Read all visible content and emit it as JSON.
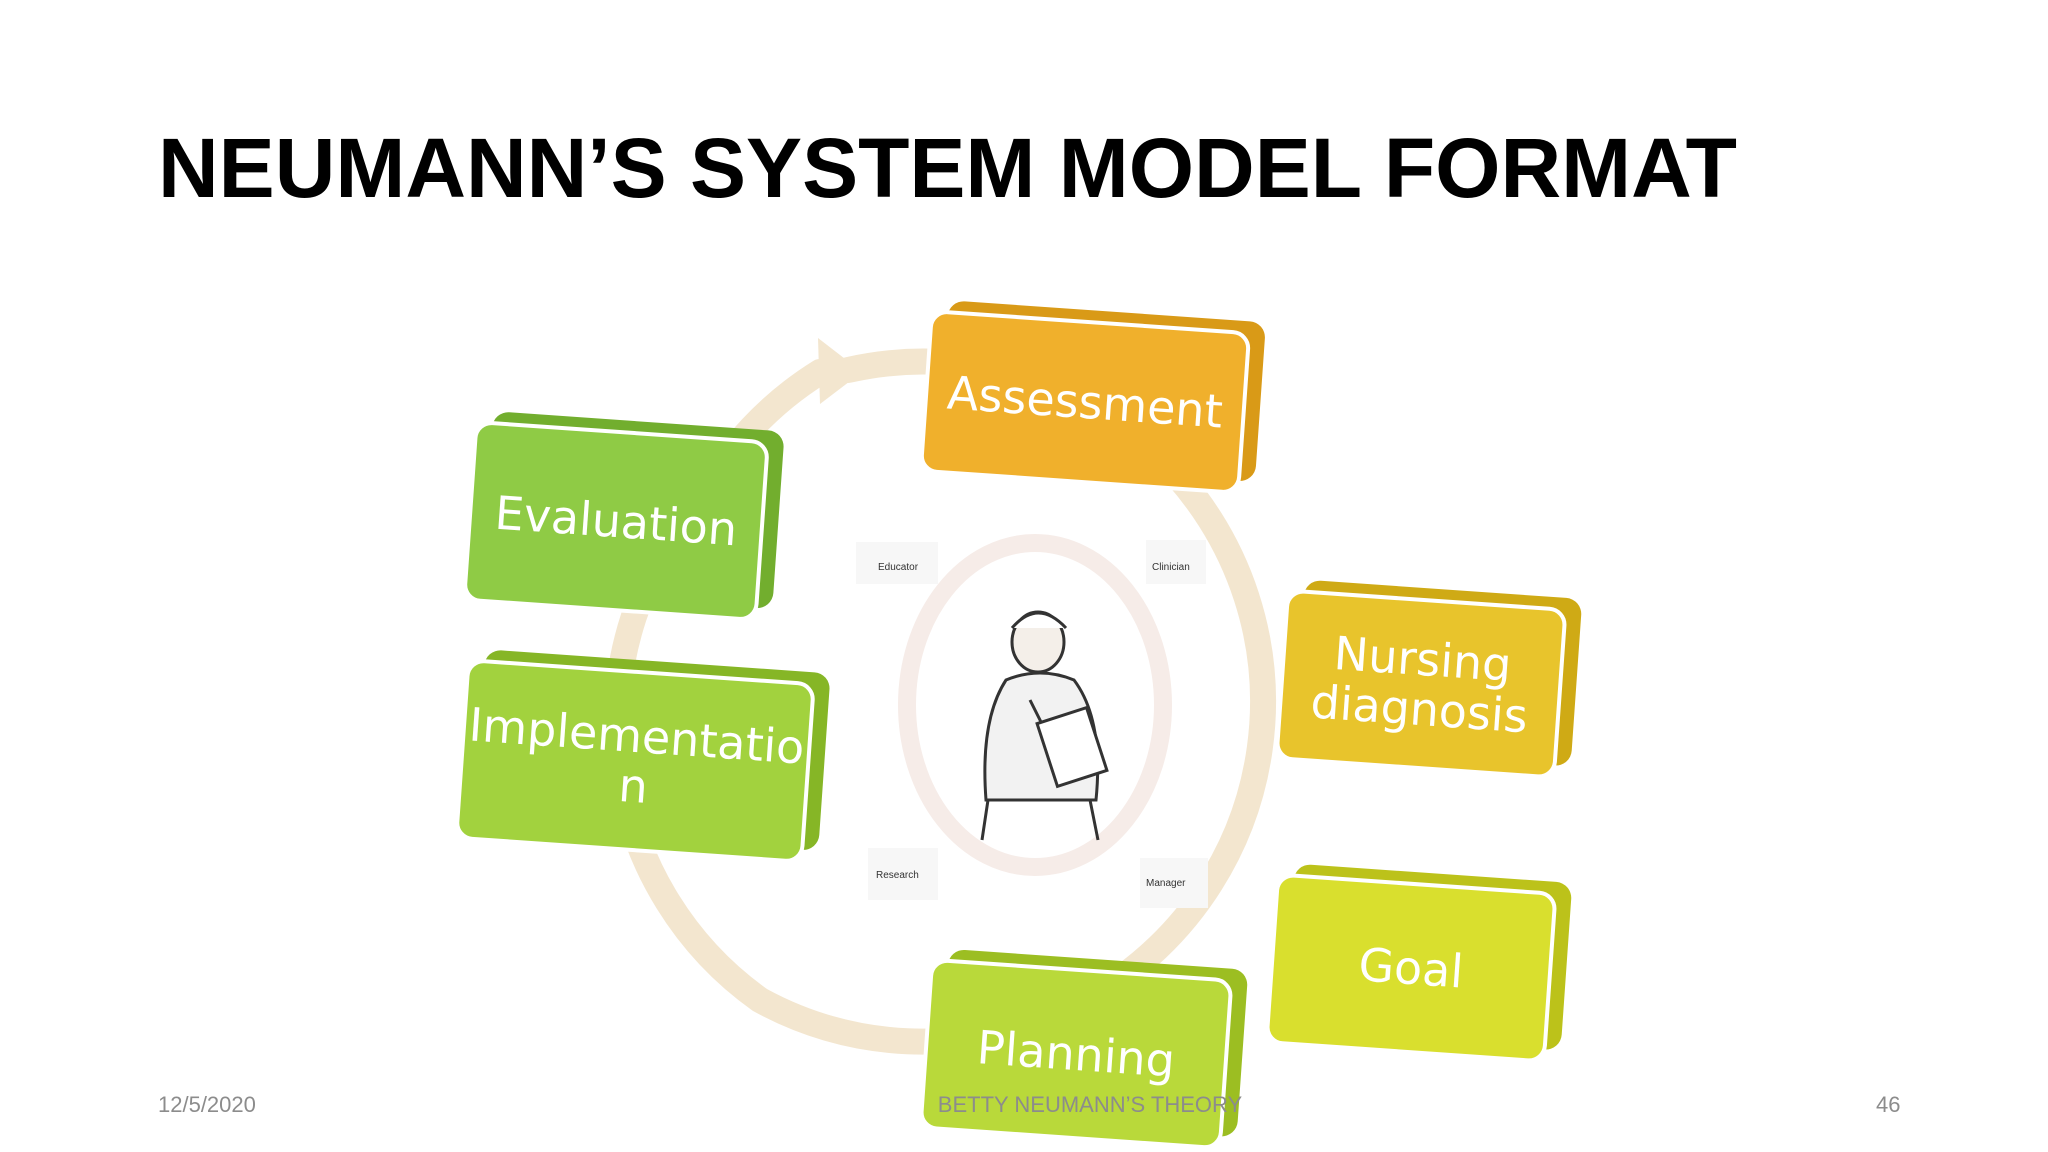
{
  "slide": {
    "title": "NEUMANN’S SYSTEM MODEL FORMAT",
    "footer": {
      "date": "12/5/2020",
      "center": "BETTY NEUMANN’S THEORY",
      "page": "46"
    }
  },
  "diagram": {
    "steps": [
      {
        "name": "assessment",
        "lines": [
          "Assessment"
        ],
        "color": "#F0B02C",
        "dark": "#D99A17"
      },
      {
        "name": "nursing-diagnosis",
        "lines": [
          "Nursing",
          "diagnosis"
        ],
        "color": "#E8C42C",
        "dark": "#CFAA15"
      },
      {
        "name": "goal",
        "lines": [
          "Goal"
        ],
        "color": "#D9DF2E",
        "dark": "#BCC21A"
      },
      {
        "name": "planning",
        "lines": [
          "Planning"
        ],
        "color": "#B9D93A",
        "dark": "#9CBE22"
      },
      {
        "name": "implementation",
        "lines": [
          "Implementatio",
          "n"
        ],
        "color": "#A2D23E",
        "dark": "#86B626"
      },
      {
        "name": "evaluation",
        "lines": [
          "Evaluation"
        ],
        "color": "#8FCB45",
        "dark": "#72AE2E"
      }
    ],
    "center_roles": [
      "Educator",
      "Clinician",
      "Research",
      "Manager"
    ],
    "cycle_color": "#F3E6CF"
  }
}
